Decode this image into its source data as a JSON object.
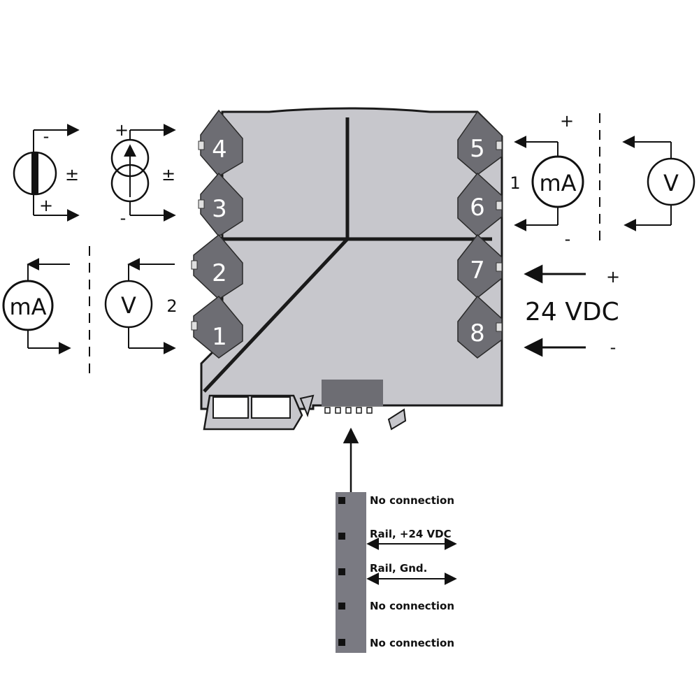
{
  "terminals": {
    "t1": "1",
    "t2": "2",
    "t3": "3",
    "t4": "4",
    "t5": "5",
    "t6": "6",
    "t7": "7",
    "t8": "8"
  },
  "inputs": {
    "signs": {
      "minus": "-",
      "plus": "+",
      "plus_minus": "±"
    }
  },
  "outputs_2": {
    "meter_ma": "mA",
    "meter_v": "V",
    "index": "2"
  },
  "outputs_1": {
    "meter_ma": "mA",
    "meter_v": "V",
    "index": "1",
    "plus": "+",
    "minus": "-"
  },
  "supply": {
    "label": "24 VDC",
    "plus": "+",
    "minus": "-"
  },
  "rail": {
    "pins": [
      "No connection",
      "Rail, +24 VDC",
      "Rail, Gnd.",
      "No connection",
      "No connection"
    ]
  },
  "colors": {
    "housing": "#c7c7cc",
    "terminal": "#6d6d73",
    "rail_strip": "#7a7a82",
    "outline": "#1a1a1a"
  }
}
